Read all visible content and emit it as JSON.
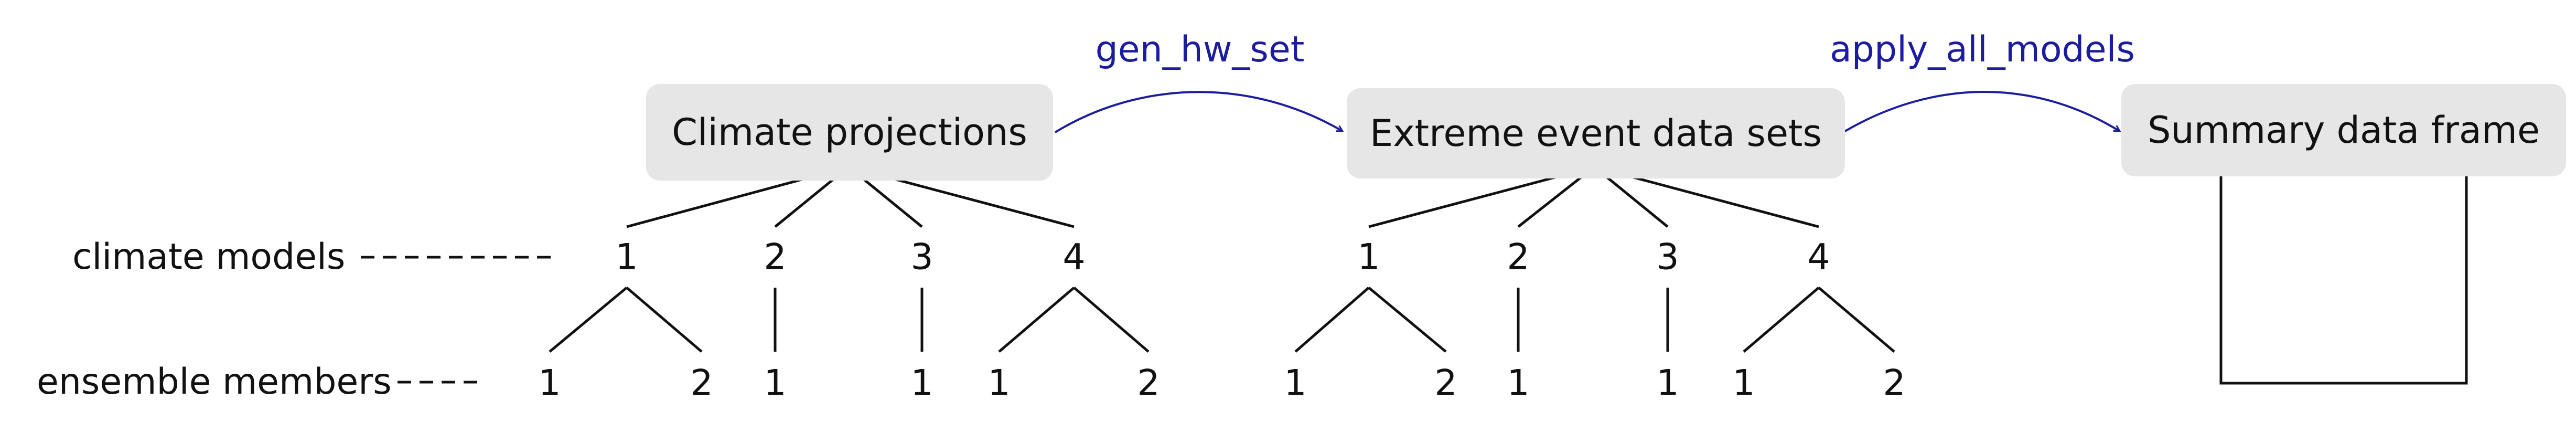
{
  "row_labels": {
    "models": "climate models",
    "members": "ensemble members"
  },
  "boxes": {
    "projections": "Climate projections",
    "extreme": "Extreme event data sets",
    "summary": "Summary data frame"
  },
  "arrows": {
    "first": "gen_hw_set",
    "second": "apply_all_models"
  },
  "trees": [
    {
      "models": [
        "1",
        "2",
        "3",
        "4"
      ],
      "members": [
        [
          "1",
          "2"
        ],
        [
          "1"
        ],
        [
          "1"
        ],
        [
          "1",
          "2"
        ]
      ]
    },
    {
      "models": [
        "1",
        "2",
        "3",
        "4"
      ],
      "members": [
        [
          "1",
          "2"
        ],
        [
          "1"
        ],
        [
          "1"
        ],
        [
          "1",
          "2"
        ]
      ]
    }
  ],
  "colors": {
    "box_fill": "#e6e6e6",
    "arrow": "#1c1ca0",
    "line": "#111111"
  }
}
